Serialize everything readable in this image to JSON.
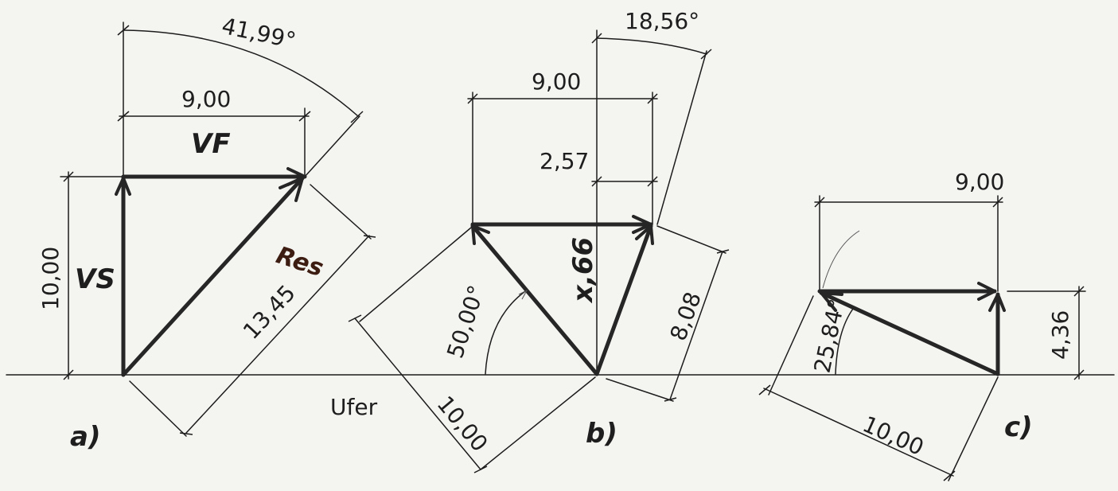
{
  "shore_label": "Ufer",
  "diagram_a": {
    "label": "a)",
    "angle": "41,99°",
    "width": "9,00",
    "height": "10,00",
    "resultant_length": "13,45",
    "vf_label": "VF",
    "vs_label": "VS",
    "res_label": "Res"
  },
  "diagram_b": {
    "label": "b)",
    "angle_top": "18,56°",
    "width": "9,00",
    "offset": "2,57",
    "height": "8,08",
    "resultant_length": "10,00",
    "angle_bottom": "50,00°",
    "vertical_label": "x,66"
  },
  "diagram_c": {
    "label": "c)",
    "width": "9,00",
    "height": "4,36",
    "resultant_length": "10,00",
    "angle": "25,84°"
  },
  "colors": {
    "paper": "#f4f4f1",
    "ink": "#262626",
    "red_ink": "#3d1d12"
  }
}
